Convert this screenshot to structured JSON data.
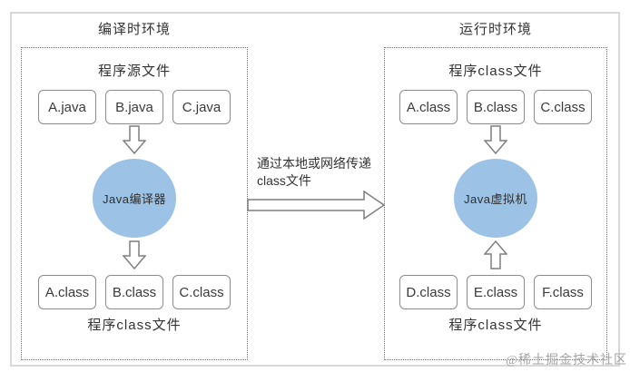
{
  "diagram": {
    "left_section": {
      "title": "编译时环境",
      "top_label": "程序源文件",
      "source_files": [
        "A.java",
        "B.java",
        "C.java"
      ],
      "processor": "Java编译器",
      "output_files": [
        "A.class",
        "B.class",
        "C.class"
      ],
      "bottom_label": "程序class文件"
    },
    "transfer": {
      "label_line1": "通过本地或网络传递",
      "label_line2": "class文件"
    },
    "right_section": {
      "title": "运行时环境",
      "top_label": "程序class文件",
      "input_files": [
        "A.class",
        "B.class",
        "C.class"
      ],
      "processor": "Java虚拟机",
      "loaded_files": [
        "D.class",
        "E.class",
        "F.class"
      ],
      "bottom_label": "程序class文件"
    },
    "watermark": "@稀土掘金技术社区",
    "colors": {
      "circle_fill": "#9cc3e6",
      "box_border": "#8c8c8c",
      "text": "#333333",
      "outer_border": "#d8d8d8",
      "dotted_border": "#6e6e6e",
      "watermark": "#a3a3a3"
    }
  }
}
